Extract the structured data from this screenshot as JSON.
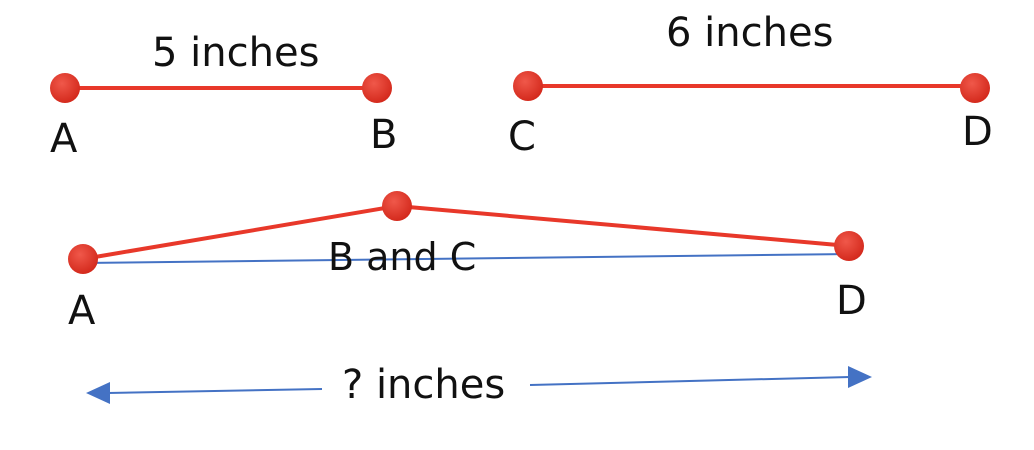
{
  "labels": {
    "ab_length": "5 inches",
    "cd_length": "6 inches",
    "combined": "B and C",
    "unknown_length": "? inches",
    "point_a_top": "A",
    "point_b_top": "B",
    "point_c_top": "C",
    "point_d_top": "D",
    "point_a_bottom": "A",
    "point_d_bottom": "D"
  },
  "colors": {
    "segment": "#e8382a",
    "point": "#e8382a",
    "measure": "#4472c4",
    "text": "#111111"
  }
}
